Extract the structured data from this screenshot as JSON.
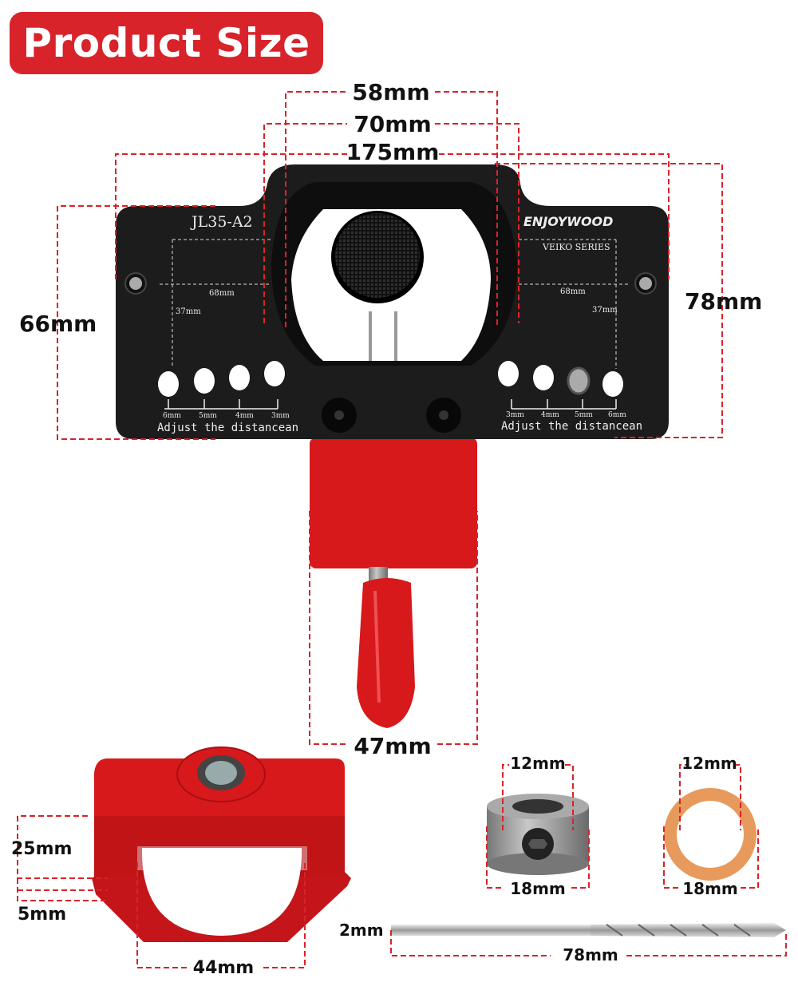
{
  "title": "Product Size",
  "jig": {
    "model": "JL35-A2",
    "brand": "ENJOYWOOD",
    "series": "VEIKO SERIES",
    "left_h": "68mm",
    "left_v": "37mm",
    "right_h": "68mm",
    "right_v": "37mm",
    "left_scale": [
      "6mm",
      "5mm",
      "4mm",
      "3mm"
    ],
    "right_scale": [
      "3mm",
      "4mm",
      "5mm",
      "6mm"
    ],
    "left_caption": "Adjust the distancean",
    "right_caption": "Adjust the distancean"
  },
  "dimensions": {
    "d58": "58mm",
    "d70": "70mm",
    "d175": "175mm",
    "d78": "78mm",
    "d66": "66mm",
    "d47": "47mm",
    "guide_h": "25mm",
    "guide_base": "5mm",
    "guide_w": "44mm",
    "collar_in": "12mm",
    "collar_out": "18mm",
    "washer_in": "12mm",
    "washer_out": "18mm",
    "bit_d": "2mm",
    "bit_len": "78mm"
  },
  "colors": {
    "accent": "#d8232a",
    "jig_body": "#1c1c1c",
    "red_part": "#d7191b",
    "copper": "#e79a5c"
  }
}
